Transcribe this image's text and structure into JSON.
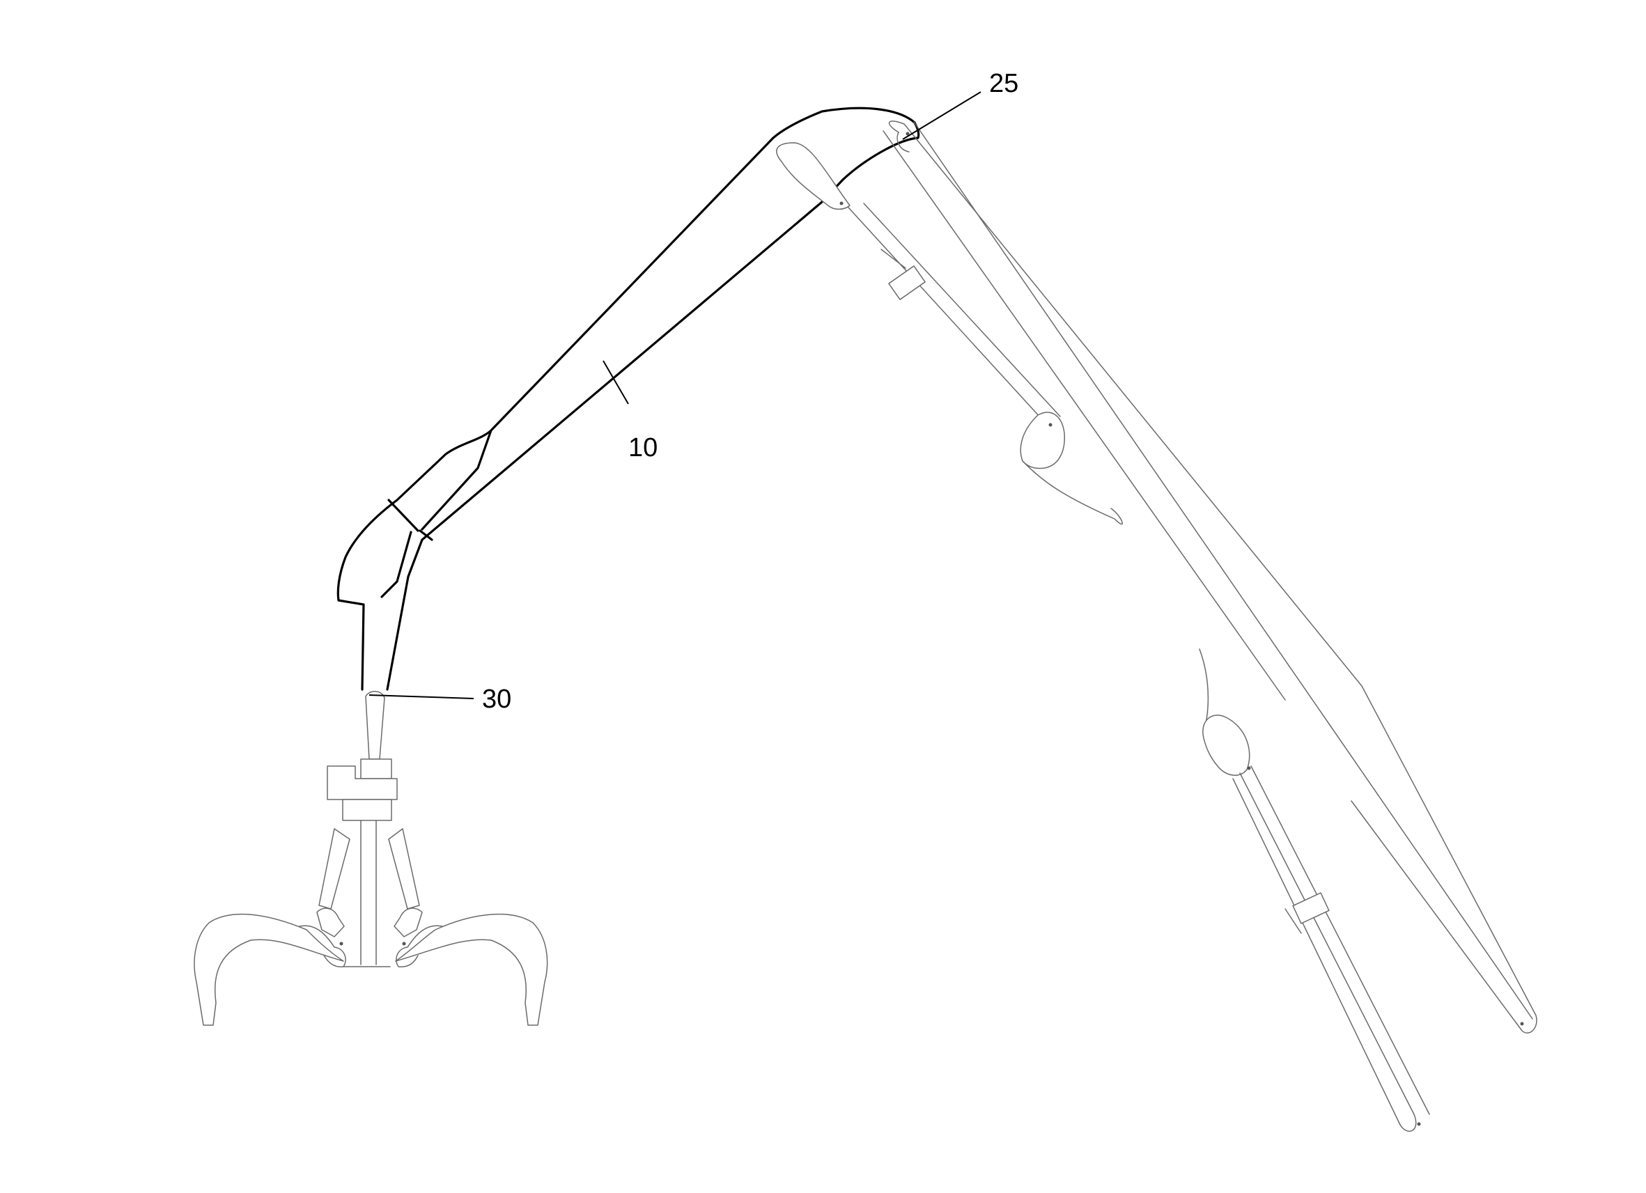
{
  "figure": {
    "labels": [
      {
        "id": "label-25",
        "text": "25"
      },
      {
        "id": "label-10",
        "text": "10"
      },
      {
        "id": "label-30",
        "text": "30"
      }
    ]
  }
}
